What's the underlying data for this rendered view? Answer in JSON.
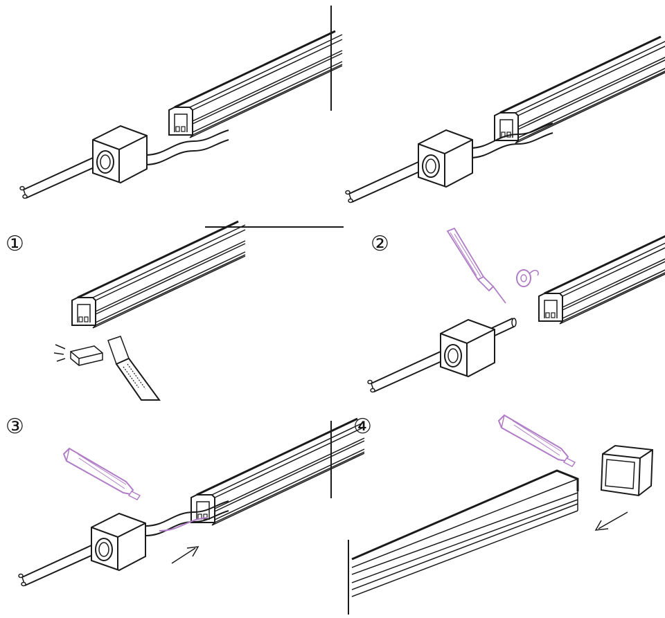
{
  "diagram": {
    "steps": [
      {
        "label": "①"
      },
      {
        "label": "②"
      },
      {
        "label": "③"
      },
      {
        "label": "④"
      }
    ],
    "colors": {
      "line": "#1a1a1a",
      "tool": "#b07cc6",
      "background": "#ffffff"
    },
    "icons": {
      "cap": "end-cap-connector-icon",
      "knife": "utility-knife-icon",
      "iron": "soldering-iron-icon",
      "solder": "solder-wire-spool-icon",
      "glue": "glue-tube-icon",
      "arrow": "push-arrow-icon"
    }
  }
}
